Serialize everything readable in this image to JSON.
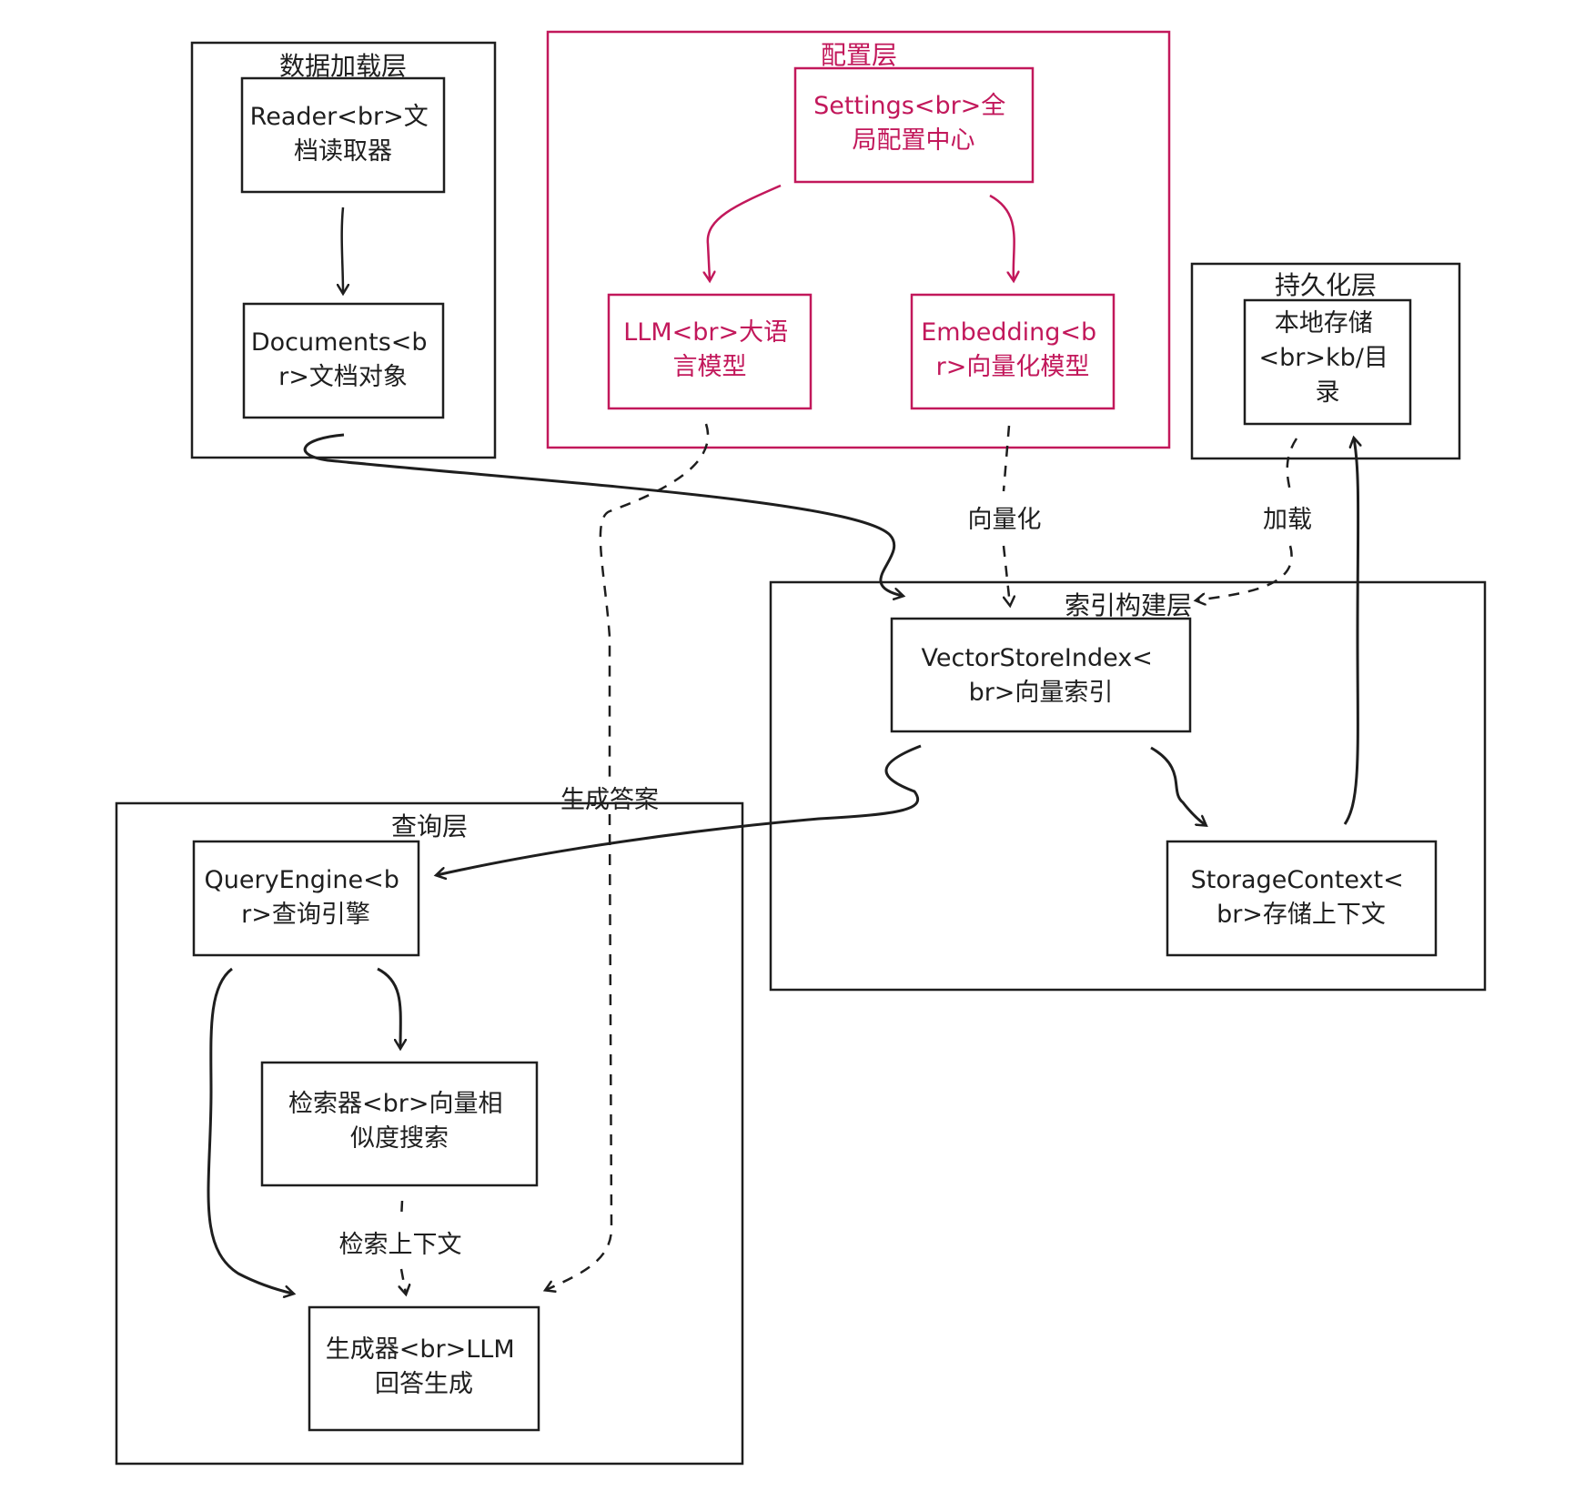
{
  "colors": {
    "ink": "#1e1e1e",
    "accent": "#c2185b",
    "background": "#ffffff"
  },
  "groups": {
    "data_load": "数据加载层",
    "config": "配置层",
    "persist": "持久化层",
    "index": "索引构建层",
    "query": "查询层"
  },
  "nodes": {
    "reader": [
      "Reader<br>文",
      "档读取器"
    ],
    "documents": [
      "Documents<b",
      "r>文档对象"
    ],
    "settings": [
      "Settings<br>全",
      "局配置中心"
    ],
    "llm": [
      "LLM<br>大语",
      "言模型"
    ],
    "embedding": [
      "Embedding<b",
      "r>向量化模型"
    ],
    "local_storage": [
      "本地存储",
      "<br>kb/目",
      "录"
    ],
    "vector_index": [
      "VectorStoreIndex<",
      "br>向量索引"
    ],
    "storage_context": [
      "StorageContext<",
      "br>存储上下文"
    ],
    "query_engine": [
      "QueryEngine<b",
      "r>查询引擎"
    ],
    "retriever": [
      "检索器<br>向量相",
      "似度搜索"
    ],
    "generator": [
      "生成器<br>LLM",
      "回答生成"
    ]
  },
  "edge_labels": {
    "vectorize": "向量化",
    "load": "加载",
    "generate_answer": "生成答案",
    "retrieve_context": "检索上下文"
  }
}
